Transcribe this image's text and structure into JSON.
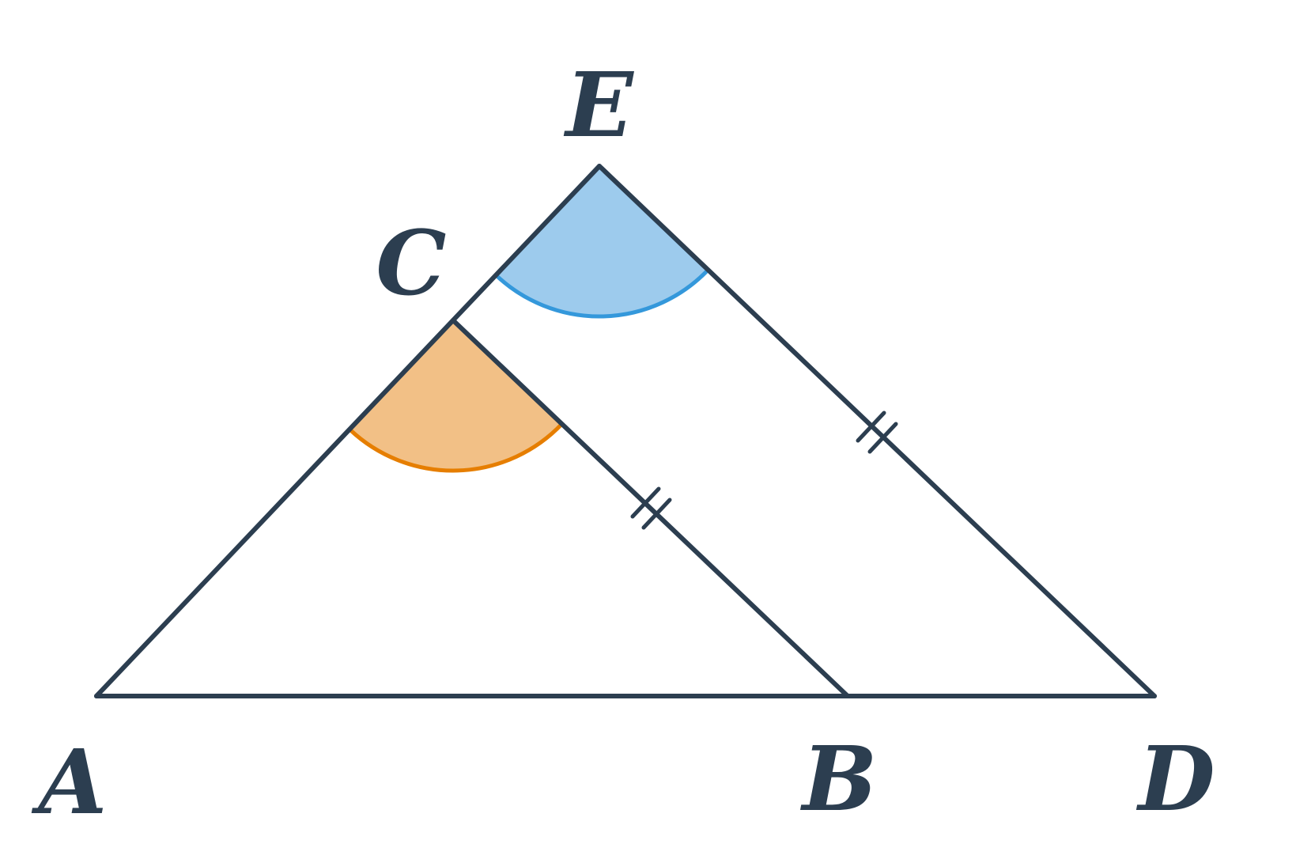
{
  "points": {
    "A": "A",
    "B": "B",
    "C": "C",
    "D": "D",
    "E": "E"
  },
  "segments": [
    {
      "from": "A",
      "to": "D"
    },
    {
      "from": "A",
      "to": "E"
    },
    {
      "from": "E",
      "to": "D"
    },
    {
      "from": "C",
      "to": "B"
    }
  ],
  "equal_segments": {
    "marks": [
      "C-B",
      "E-D"
    ],
    "tick_count": 2
  },
  "angles": [
    {
      "vertex": "C",
      "between": [
        "A",
        "B"
      ],
      "fill_color": "#f2c086",
      "stroke_color": "#e67e00"
    },
    {
      "vertex": "E",
      "between": [
        "C",
        "D"
      ],
      "fill_color": "#9dcbed",
      "stroke_color": "#3498db"
    }
  ],
  "colors": {
    "line": "#2c3e50",
    "label": "#2c3e50"
  }
}
